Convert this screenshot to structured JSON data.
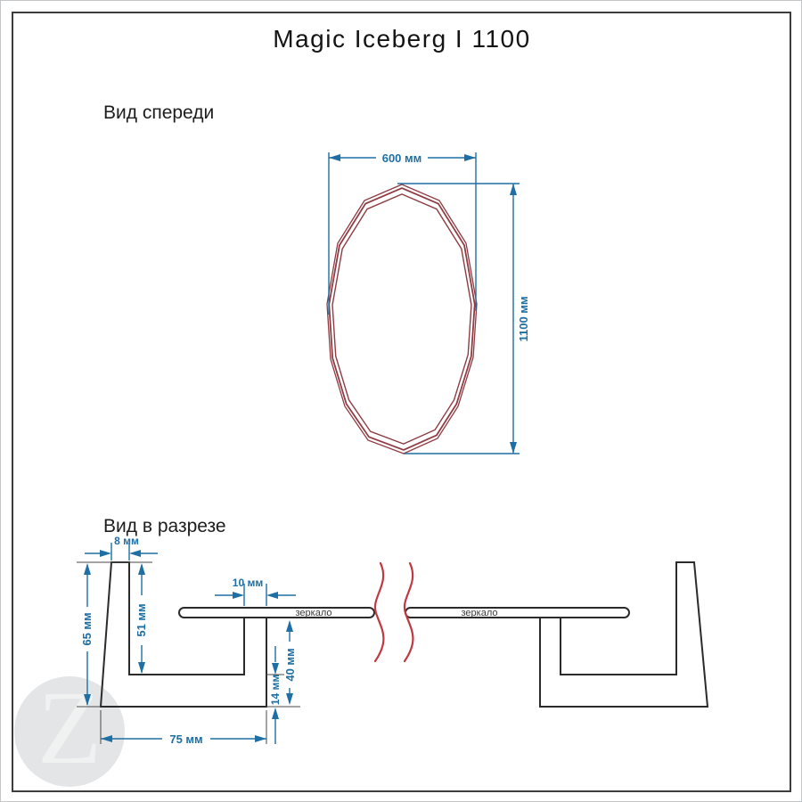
{
  "title": "Magic Iceberg I 1100",
  "front_view": {
    "label": "Вид спереди",
    "dimensions": {
      "width": "600 мм",
      "height": "1100 мм"
    }
  },
  "section_view": {
    "label": "Вид в разрезе",
    "mirror_label_left": "зеркало",
    "mirror_label_right": "зеркало",
    "dimensions": {
      "profile_top_width": "8 мм",
      "profile_height": "65 мм",
      "inner_depth": "51 мм",
      "lip_width": "10 мм",
      "lip_height": "40 мм",
      "base_thickness": "14 мм",
      "base_width": "75 мм"
    }
  },
  "watermark": {
    "letter": "Z"
  },
  "colors": {
    "dimension_blue": "#1e6fa4",
    "outline_black": "#2b2b2b",
    "mirror_red": "#8e3b41",
    "break_red": "#c03940",
    "border_gray": "#3d3d3d",
    "watermark_circle": "#e3e5e7",
    "watermark_letter": "#f0f2f2"
  }
}
